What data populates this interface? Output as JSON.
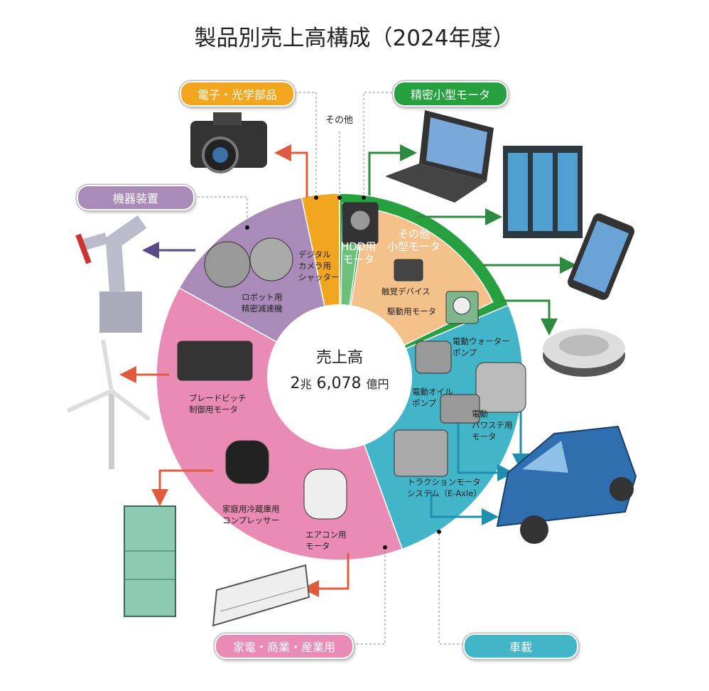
{
  "title": "製品別売上高構成（2024年度）",
  "center": {
    "label": "売上高",
    "value_main": "2",
    "unit_cho": "兆",
    "value_oku": "6,078",
    "unit_oku": "億円"
  },
  "segments": {
    "electronic": {
      "label": "電子・光学部品",
      "color": "#f2a51f"
    },
    "precision": {
      "label": "精密小型モータ",
      "color": "#27a040"
    },
    "automotive": {
      "label": "車載",
      "color": "#43b5c9"
    },
    "appliance": {
      "label": "家電・商業・産業用",
      "color": "#e98bb5"
    },
    "machinery": {
      "label": "機器装置",
      "color": "#a98ab9"
    },
    "other": {
      "label": "その他"
    }
  },
  "wedge_labels": {
    "hdd": "HDD用\nモータ",
    "small": "その他\n小型モータ"
  },
  "products": {
    "shutter": "デジタル\nカメラ用\nシャッター",
    "haptic": "触覚デバイス",
    "drive": "駆動用モータ",
    "reducer": "ロボット用\n精密減速機",
    "water_pump": "電動ウォーター\nポンプ",
    "oil_pump": "電動オイル\nポンプ",
    "eps": "電動\nパワステ用\nモータ",
    "eaxle": "トラクションモータ\nシステム（E-Axle）",
    "blade": "ブレードピッチ\n制御用モータ",
    "compressor": "家庭用冷蔵庫用\nコンプレッサー",
    "aircon": "エアコン用\nモータ"
  }
}
